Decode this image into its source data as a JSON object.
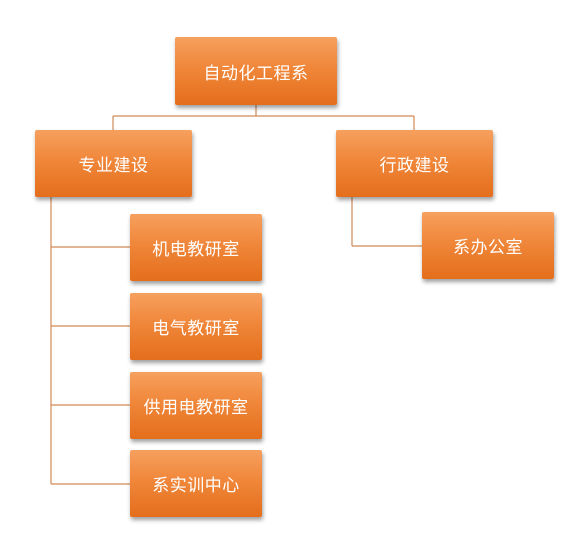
{
  "org_chart": {
    "root": {
      "label": "自动化工程系"
    },
    "branches": [
      {
        "label": "专业建设",
        "children": [
          "机电教研室",
          "电气教研室",
          "供用电教研室",
          "系实训中心"
        ]
      },
      {
        "label": "行政建设",
        "children": [
          "系办公室"
        ]
      }
    ]
  },
  "colors": {
    "box_fill_top": "#f6a05e",
    "box_fill_bottom": "#e46e1c",
    "connector": "#d08a56",
    "text": "#ffffff"
  }
}
